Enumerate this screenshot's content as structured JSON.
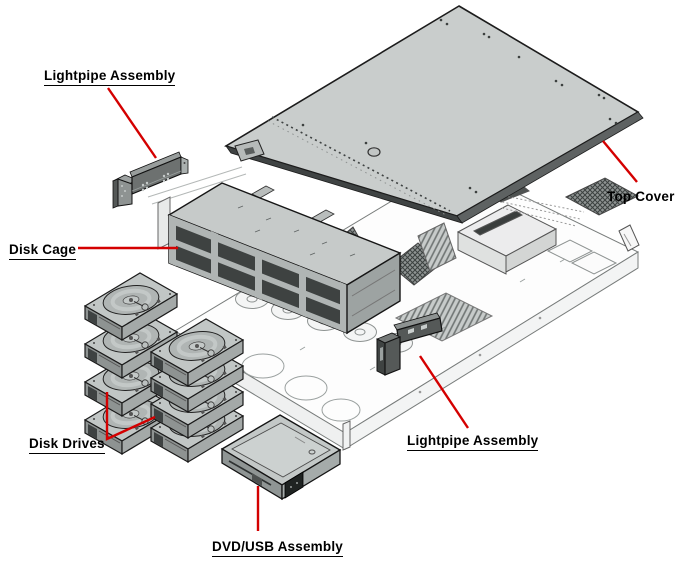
{
  "diagram": {
    "kind": "exploded-view-illustration",
    "parts": [
      {
        "id": "lightpipe-assembly-top-left",
        "label": "Lightpipe Assembly",
        "underlined": true
      },
      {
        "id": "top-cover",
        "label": "Top Cover",
        "underlined": false
      },
      {
        "id": "disk-cage",
        "label": "Disk Cage",
        "underlined": true
      },
      {
        "id": "disk-drives",
        "label": "Disk Drives",
        "underlined": true,
        "depicted_count": 8
      },
      {
        "id": "lightpipe-assembly-front",
        "label": "Lightpipe Assembly",
        "underlined": true
      },
      {
        "id": "dvd-usb-assembly",
        "label": "DVD/USB Assembly",
        "underlined": true
      }
    ],
    "colors": {
      "leader_line": "#d40000",
      "label_text": "#000000",
      "background": "#ffffff",
      "cover_gray": "#c9cdcc",
      "dark_part_gray": "#555958"
    }
  },
  "parts": [
    {
      "label": "Lightpipe Assembly"
    },
    {
      "label": "Top Cover"
    },
    {
      "label": "Disk Cage"
    },
    {
      "label": "Disk Drives"
    },
    {
      "label": "Lightpipe Assembly"
    },
    {
      "label": "DVD/USB Assembly"
    }
  ],
  "colors": {
    "leader_line": "#d40000"
  }
}
